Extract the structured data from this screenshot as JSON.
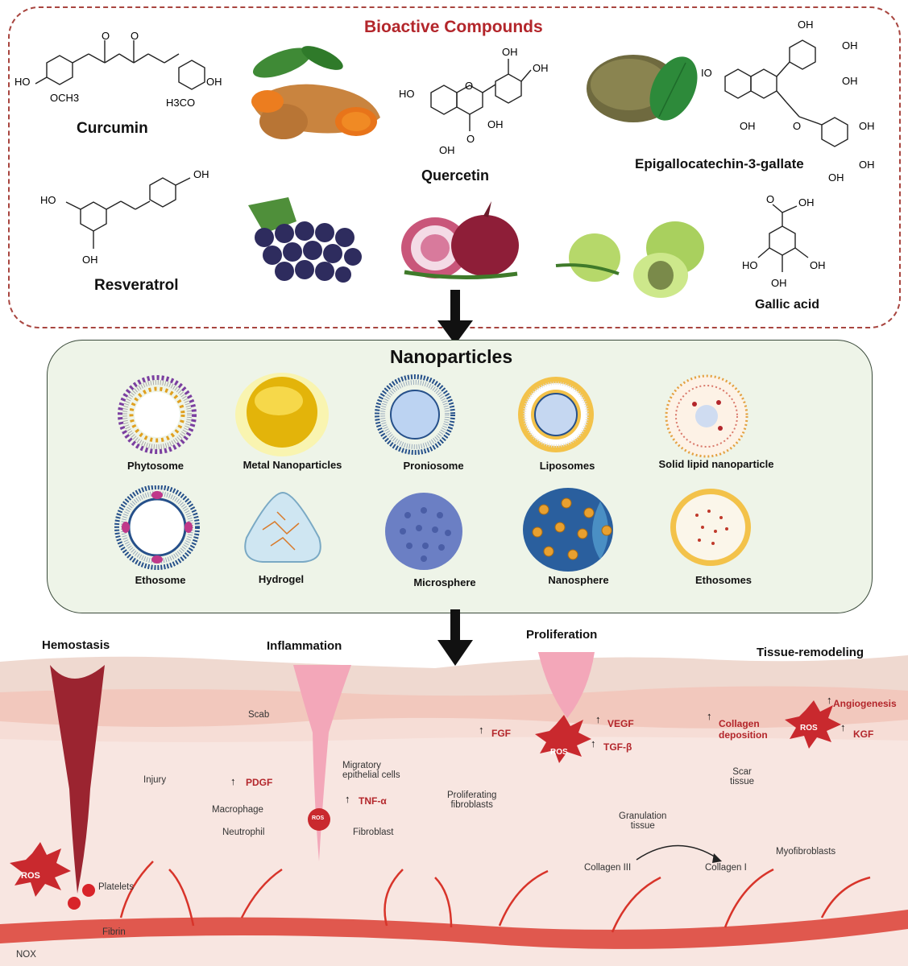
{
  "bioactive": {
    "title": "Bioactive Compounds",
    "compounds": [
      "Curcumin",
      "Quercetin",
      "Epigallocatechin-3-gallate",
      "Resveratrol",
      "Gallic acid"
    ],
    "groups": {
      "HO": "HO",
      "OH": "OH",
      "OCH3": "OCH3",
      "H3CO": "H3CO",
      "IO": "IO",
      "O": "O"
    }
  },
  "nanoparticles": {
    "title": "Nanoparticles",
    "items": [
      "Phytosome",
      "Metal Nanoparticles",
      "Proniosome",
      "Liposomes",
      "Solid lipid nanoparticle",
      "Ethosome",
      "Hydrogel",
      "Microsphere",
      "Nanosphere",
      "Ethosomes"
    ]
  },
  "stages": {
    "hemostasis": "Hemostasis",
    "inflammation": "Inflammation",
    "proliferation": "Proliferation",
    "remodeling": "Tissue-remodeling"
  },
  "labels": {
    "injury": "Injury",
    "platelets": "Platelets",
    "fibrin": "Fibrin",
    "nox": "NOX",
    "ros": "ROS",
    "scab": "Scab",
    "migratory": "Migratory\nepithelial cells",
    "pdgf": "PDGF",
    "tnf": "TNF-α",
    "macrophage": "Macrophage",
    "neutrophil": "Neutrophil",
    "fibroblast": "Fibroblast",
    "fgf": "FGF",
    "vegf": "VEGF",
    "tgf": "TGF-β",
    "prolif_fibro": "Proliferating\nfibroblasts",
    "granulation": "Granulation\ntissue",
    "collagen3": "Collagen III",
    "collagen1": "Collagen I",
    "collagen_dep": "Collagen\ndeposition",
    "angiogenesis": "Angiogenesis",
    "kgf": "KGF",
    "scar": "Scar\ntissue",
    "myofibroblasts": "Myofibroblasts",
    "up_arrow": "↑"
  },
  "colors": {
    "accent_red": "#b3262b",
    "dash_border": "#a8453f",
    "np_panel_bg": "#eef4e8",
    "np_panel_border": "#3a4a3a",
    "skin": "#f3d3cc"
  }
}
